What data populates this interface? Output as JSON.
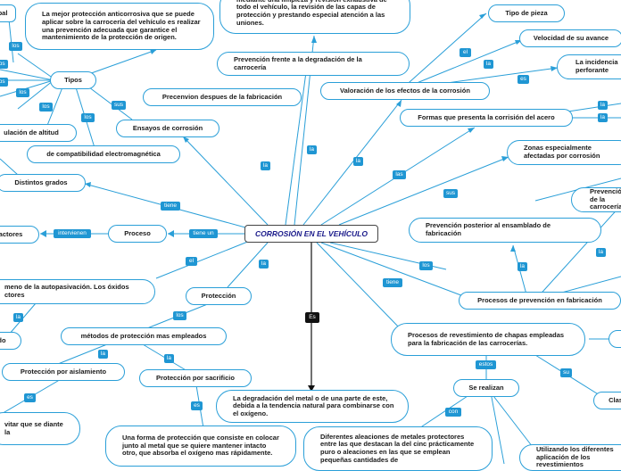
{
  "center": {
    "title": "CORROSIÓN EN EL VEHÍCULO"
  },
  "nodes": {
    "n_global": "bal",
    "n_mejor": "La mejor protección anticorrosiva que se puede aplicar sobre la carrocería del vehículo es realizar una prevención adecuada que garantice el mantenimiento de la protección de origen.",
    "n_top_cut": "mediante una limpieza y revisión exhaustiva de todo el vehículo, la revisión de las capas de protección y prestando especial atención a las uniones.",
    "n_tipo_pieza": "Tipo de pieza",
    "n_velocidad": "Velocidad de su avance",
    "n_incidencia": "La incidencia perforante",
    "n_prevencion_frente": "Prevención frente a la degradación de la carrocería",
    "n_valoracion": "Valoración de los efectos de la corrosión",
    "n_formas": "Formas que presenta la corrisión del acero",
    "n_tipos": "Tipos",
    "n_precenvion": "Precenvion despues de la fabricación",
    "n_ensayos": "Ensayos de corrosión",
    "n_altitud": "ulación de altitud",
    "n_electro": "de compatibilidad electromagnética",
    "n_zonas": "Zonas especialmente afectadas por corrosión",
    "n_prevencion_carroceria": "Prevención de la carrocería",
    "n_distintos": "Distintos grados",
    "n_prevencion_posterior": "Prevención posterior al ensamblado de fabricación",
    "n_factores": "actores",
    "n_proceso": "Proceso",
    "n_fenomeno": "meno de la autopasivación. Los óxidos ctores",
    "n_proteccion": "Protección",
    "n_procesos_prev": "Procesos de prevención en fabricación",
    "n_do": "do",
    "n_metodos": "métodos de protección mas empleados",
    "n_procesos_rev": "Procesos de revestimiento de chapas empleadas para la fabricación de las carrocerías.",
    "n_aislamiento": "Protección por aislamiento",
    "n_sacrificio": "Protección por sacrificio",
    "n_se_realizan": "Se realizan",
    "n_clas": "Clas",
    "n_degradacion": "La degradación del metal o de una parte de este, debida a la tendencia natural para combinarse con el oxígeno.",
    "n_evitar": "vitar que se diante la",
    "n_una_forma": "Una forma de protección que consiste en colocar junto al metal que se quiere mantener intacto otro, que absorba el oxígeno mas rápidamente.",
    "n_aleaciones": "Diferentes aleaciones de metales protectores entre las que destacan la del cinc prácticamente puro o aleaciones en las que se emplean pequeñas cantidades de",
    "n_utilizando": "Utilizando los diferentes aplicación de los revestimientos"
  },
  "labels": {
    "l1": "los",
    "l2": "los",
    "l3": "los",
    "l4": "los",
    "l5": "los",
    "l6": "sus",
    "l7": "la",
    "l8": "la",
    "l9": "la",
    "l10": "el",
    "l11": "la",
    "l12": "es",
    "l13": "las",
    "l14": "sus",
    "l15": "la",
    "l16": "la",
    "l17": "la",
    "l18": "la",
    "l19": "tiene",
    "l20": "intervienen",
    "l21": "tiene un",
    "l22": "el",
    "l23": "la",
    "l24": "los",
    "l25": "tiene",
    "l26": "la",
    "l27": "los",
    "l28": "la",
    "l29": "la",
    "l30": "Es",
    "l31": "es",
    "l32": "es",
    "l33": "estos",
    "l34": "su",
    "l35": "con"
  }
}
